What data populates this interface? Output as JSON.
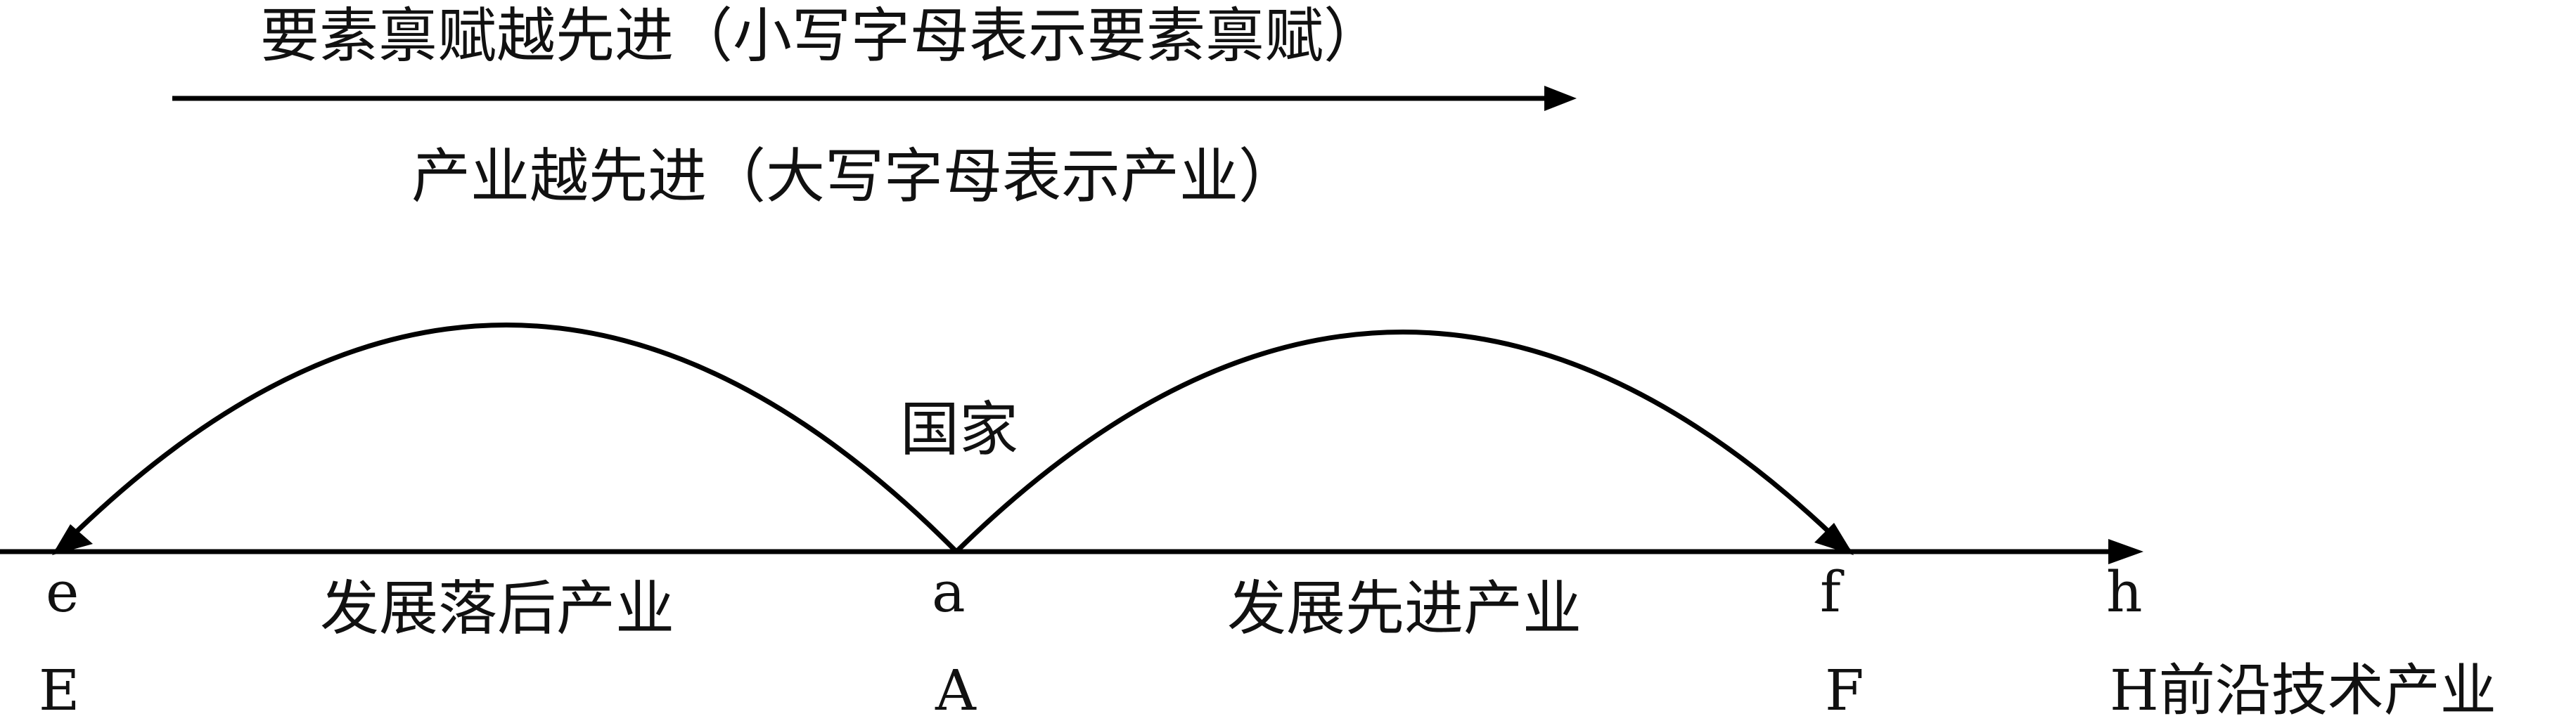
{
  "top_label": "要素禀赋越先进（小写字母表示要素禀赋）",
  "bottom_label": "产业越先进（大写字母表示产业）",
  "country_label": "国家",
  "left_arc_label": "发展落后产业",
  "right_arc_label": "发展先进产业",
  "points": [
    {
      "endowment": "e",
      "industry": "E"
    },
    {
      "endowment": "a",
      "industry": "A"
    },
    {
      "endowment": "f",
      "industry": "F"
    },
    {
      "endowment": "h",
      "industry": "H前沿技术产业"
    }
  ],
  "line_color": "#000000"
}
